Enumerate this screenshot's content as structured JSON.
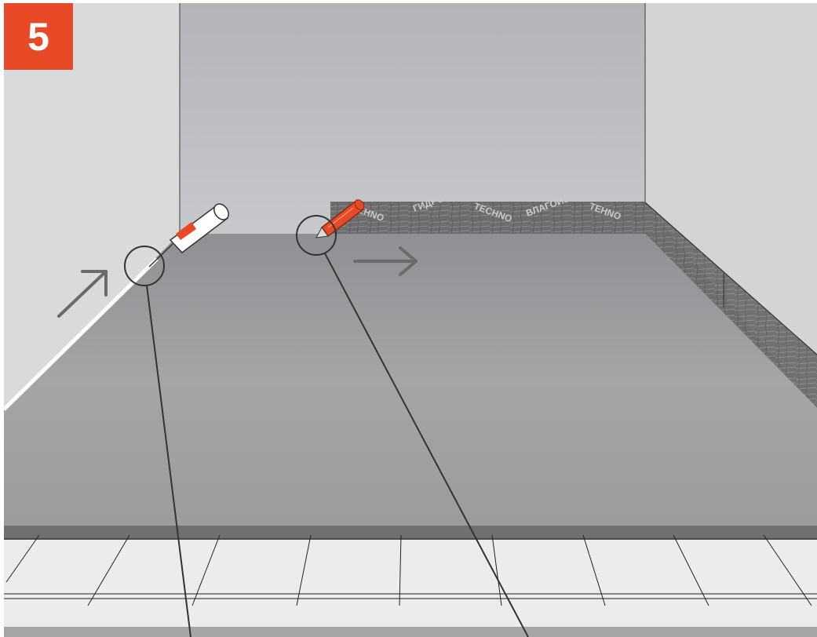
{
  "step": {
    "number": "5"
  },
  "colors": {
    "badge": "#e84a27",
    "tool_accent": "#e84a27",
    "membrane": "#6d6d70",
    "floor": "#999a9c",
    "back_wall": "#bdbfc2",
    "side_wall": "#d6d7d8",
    "tiles": "#ececec",
    "arrow": "#6b6b6b",
    "line": "#333333"
  },
  "membrane_print": [
    "TEHNO",
    "ГИДРО",
    "TECHNO",
    "ВЛАГОИЗ",
    "TEHNO"
  ],
  "icons": [
    "utility-knife-icon",
    "glue-gun-icon",
    "direction-arrow-icon",
    "callout-circle-icon"
  ]
}
